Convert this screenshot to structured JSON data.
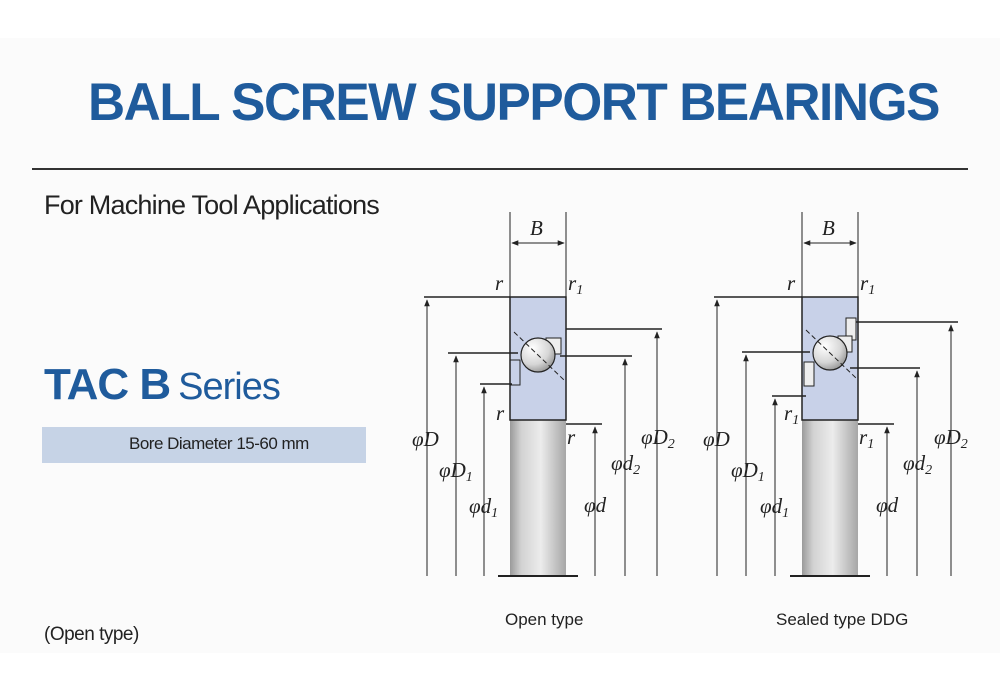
{
  "title": "BALL SCREW SUPPORT BEARINGS",
  "subtitle": "For Machine Tool Applications",
  "series": {
    "name": "TAC B",
    "word": "Series",
    "bore_range": "Bore Diameter 15-60 mm"
  },
  "footnote": "(Open type)",
  "diagrams": [
    {
      "caption": "Open type",
      "labels": {
        "width": "B",
        "r_top": "r",
        "r1_top": "r",
        "r1_top_sub": "1",
        "r_mid": "r",
        "r_right": "r",
        "D": "φD",
        "D1": "φD",
        "D1_sub": "1",
        "d1": "φd",
        "d1_sub": "1",
        "d": "φd",
        "d2": "φd",
        "d2_sub": "2",
        "D2": "φD",
        "D2_sub": "2"
      }
    },
    {
      "caption": "Sealed type  DDG",
      "labels": {
        "width": "B",
        "r_top": "r",
        "r1_top": "r",
        "r1_top_sub": "1",
        "r1_mid": "r",
        "r1_mid_sub": "1",
        "r1_right": "r",
        "r1_right_sub": "1",
        "D": "φD",
        "D1": "φD",
        "D1_sub": "1",
        "d1": "φd",
        "d1_sub": "1",
        "d": "φd",
        "d2": "φd",
        "d2_sub": "2",
        "D2": "φD",
        "D2_sub": "2"
      }
    }
  ],
  "colors": {
    "brand_blue": "#1f5b9c",
    "band": "#c6d3e6",
    "bearing_ring": "#c8d1e8",
    "shaft_gray": "#c8c8c8"
  }
}
